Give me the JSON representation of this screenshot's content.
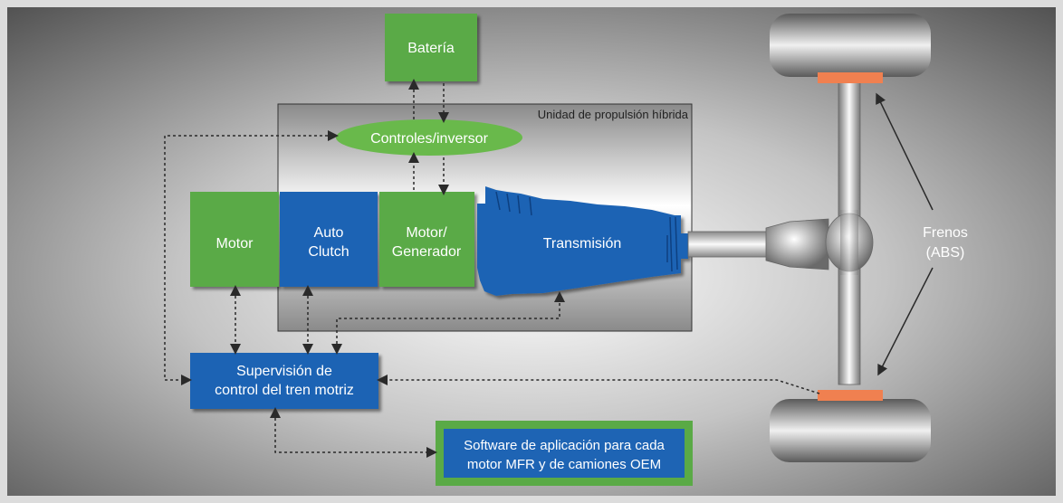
{
  "diagram": {
    "battery": "Batería",
    "hybrid_unit": "Unidad de propulsión híbrida",
    "controls": "Controles/inversor",
    "engine": "Motor",
    "clutch": [
      "Auto",
      "Clutch"
    ],
    "motor_generator": [
      "Motor/",
      "Generador"
    ],
    "transmission": "Transmisión",
    "supervision": [
      "Supervisión de",
      "control del tren motriz"
    ],
    "software": [
      "Software de aplicación para cada",
      "motor MFR y de camiones OEM"
    ],
    "brakes": [
      "Frenos",
      "(ABS)"
    ]
  },
  "colors": {
    "green": "#5aaa46",
    "blue": "#1e64b4",
    "oval_green": "#69b94b",
    "brake_pad": "#f08050"
  }
}
